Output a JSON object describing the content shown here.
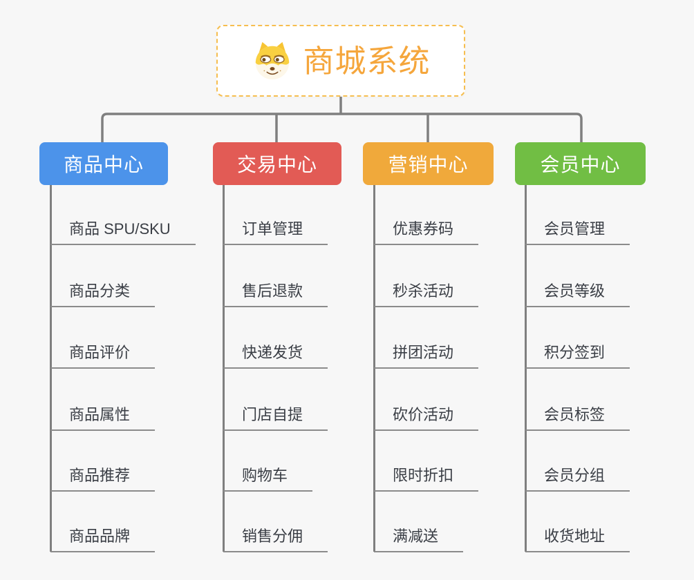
{
  "root": {
    "title": "商城系统",
    "icon": "doge-icon"
  },
  "branches": [
    {
      "label": "商品中心",
      "color": "#4c93ea",
      "items": [
        "商品 SPU/SKU",
        "商品分类",
        "商品评价",
        "商品属性",
        "商品推荐",
        "商品品牌"
      ]
    },
    {
      "label": "交易中心",
      "color": "#e25b55",
      "items": [
        "订单管理",
        "售后退款",
        "快递发货",
        "门店自提",
        "购物车",
        "销售分佣"
      ]
    },
    {
      "label": "营销中心",
      "color": "#f0a93b",
      "items": [
        "优惠券码",
        "秒杀活动",
        "拼团活动",
        "砍价活动",
        "限时折扣",
        "满减送"
      ]
    },
    {
      "label": "会员中心",
      "color": "#71be44",
      "items": [
        "会员管理",
        "会员等级",
        "积分签到",
        "会员标签",
        "会员分组",
        "收货地址"
      ]
    }
  ],
  "colors": {
    "background": "#f7f7f7",
    "connector": "#7f7f7f",
    "underline": "#8b8b8b",
    "root_border": "#f6be4f",
    "root_title": "#f5a63c",
    "item_text": "#3a3e45"
  }
}
